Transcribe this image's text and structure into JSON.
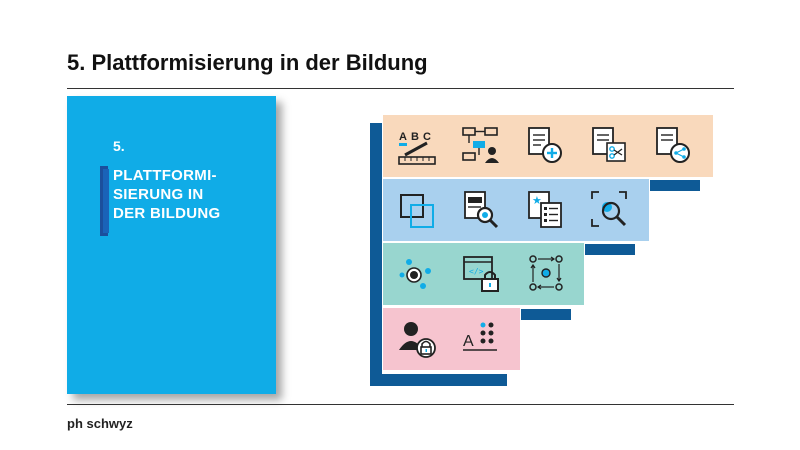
{
  "slide": {
    "title": "5. Plattformisierung in der Bildung",
    "footer": "ph schwyz"
  },
  "cover": {
    "number": "5.",
    "title_lines": [
      "PLATTFORMI-",
      "SIERUNG IN",
      "DER BILDUNG"
    ],
    "color": "#10ace7"
  },
  "layers": [
    {
      "color": "#f9d9bc",
      "icons": [
        "abc-ruler-pencil-icon",
        "flowchart-person-icon",
        "document-add-icon",
        "document-scissors-icon",
        "document-share-icon"
      ]
    },
    {
      "color": "#a9d0ee",
      "icons": [
        "overlapping-squares-icon",
        "document-search-icon",
        "document-star-list-icon",
        "focus-search-icon"
      ]
    },
    {
      "color": "#98d6cf",
      "icons": [
        "node-cluster-icon",
        "code-window-lock-icon",
        "circular-flow-icon"
      ]
    },
    {
      "color": "#f6c4cf",
      "icons": [
        "person-lock-icon",
        "text-dots-icon"
      ]
    }
  ],
  "accent_color": "#0e5a96"
}
